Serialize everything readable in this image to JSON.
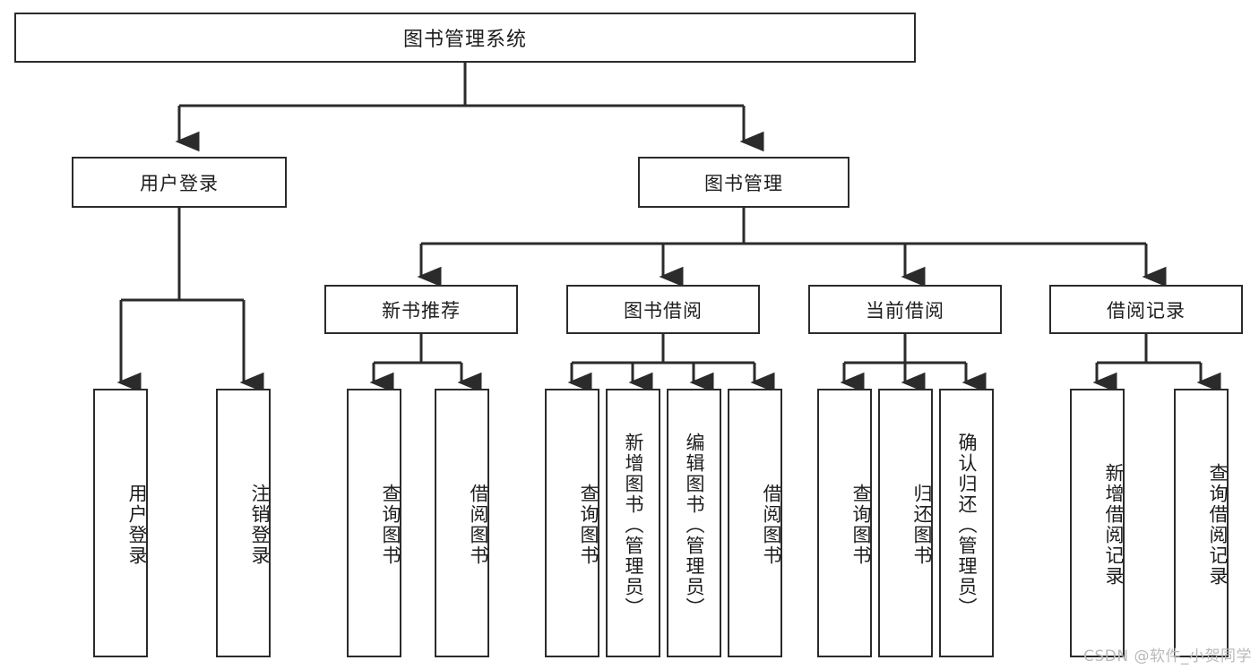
{
  "diagram": {
    "title": "图书管理系统",
    "type": "tree",
    "root": {
      "label": "图书管理系统"
    },
    "level2": [
      {
        "id": "user-login",
        "label": "用户登录"
      },
      {
        "id": "book-manage",
        "label": "图书管理"
      }
    ],
    "level3": [
      {
        "id": "new-book-recommend",
        "label": "新书推荐",
        "parent": "book-manage"
      },
      {
        "id": "book-borrow",
        "label": "图书借阅",
        "parent": "book-manage"
      },
      {
        "id": "current-borrow",
        "label": "当前借阅",
        "parent": "book-manage"
      },
      {
        "id": "borrow-record",
        "label": "借阅记录",
        "parent": "book-manage"
      }
    ],
    "leaves": {
      "user-login": [
        {
          "id": "leaf-user-login",
          "label": "用户登录"
        },
        {
          "id": "leaf-logout",
          "label": "注销登录"
        }
      ],
      "new-book-recommend": [
        {
          "id": "leaf-query-book-1",
          "label": "查询图书"
        },
        {
          "id": "leaf-borrow-book-1",
          "label": "借阅图书"
        }
      ],
      "book-borrow": [
        {
          "id": "leaf-query-book-2",
          "label": "查询图书"
        },
        {
          "id": "leaf-add-book",
          "label": "新增图书（管理员）"
        },
        {
          "id": "leaf-edit-book",
          "label": "编辑图书（管理员）"
        },
        {
          "id": "leaf-borrow-book-2",
          "label": "借阅图书"
        }
      ],
      "current-borrow": [
        {
          "id": "leaf-query-book-3",
          "label": "查询图书"
        },
        {
          "id": "leaf-return-book",
          "label": "归还图书"
        },
        {
          "id": "leaf-confirm-return",
          "label": "确认归还（管理员）"
        }
      ],
      "borrow-record": [
        {
          "id": "leaf-add-record",
          "label": "新增借阅记录"
        },
        {
          "id": "leaf-query-record",
          "label": "查询借阅记录"
        }
      ]
    }
  },
  "watermark": {
    "text": "CSDN @软件_小贺同学"
  },
  "colors": {
    "stroke": "#2b2b2b",
    "background": "#ffffff",
    "text": "#1d1d1d",
    "watermark": "#b9b9b9"
  }
}
